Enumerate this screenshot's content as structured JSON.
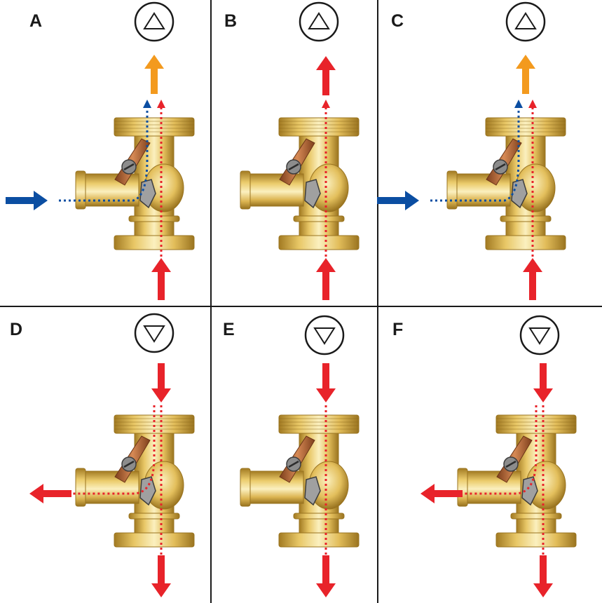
{
  "colors": {
    "hot": "#e8232a",
    "cold": "#0b4ea2",
    "mixed": "#f39a1e",
    "brass_light": "#f4e3a3",
    "brass_mid": "#ddb752",
    "brass_dark": "#9a7420",
    "copper": "#b86a3c",
    "disc": "#a0a0a0",
    "grid": "#1a1a1a"
  },
  "panels": [
    {
      "label": "A",
      "pump_icon": "triangle-up-icon",
      "pump_direction": "up",
      "state": "mixing",
      "mixing": true,
      "outflow": "up",
      "side_flow": "in"
    },
    {
      "label": "B",
      "pump_icon": "triangle-up-icon",
      "pump_direction": "up",
      "state": "closed",
      "mixing": false,
      "outflow": "up",
      "side_flow": "none"
    },
    {
      "label": "C",
      "pump_icon": "triangle-up-icon",
      "pump_direction": "up",
      "state": "mixing",
      "mixing": true,
      "outflow": "up",
      "side_flow": "in"
    },
    {
      "label": "D",
      "pump_icon": "triangle-down-icon",
      "pump_direction": "down",
      "state": "split",
      "mixing": false,
      "outflow": "down",
      "side_flow": "out"
    },
    {
      "label": "E",
      "pump_icon": "triangle-down-icon",
      "pump_direction": "down",
      "state": "closed",
      "mixing": false,
      "outflow": "down",
      "side_flow": "none"
    },
    {
      "label": "F",
      "pump_icon": "triangle-down-icon",
      "pump_direction": "down",
      "state": "split",
      "mixing": false,
      "outflow": "down",
      "side_flow": "out"
    }
  ]
}
